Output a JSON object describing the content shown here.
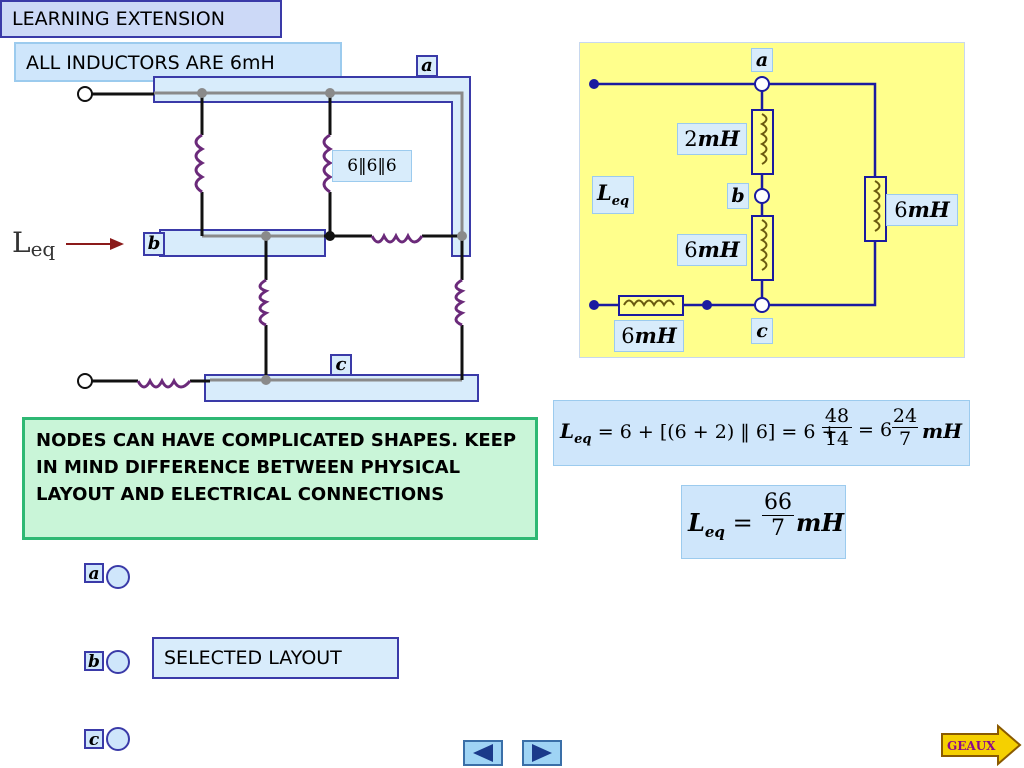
{
  "header": {
    "title": "LEARNING EXTENSION"
  },
  "note": "ALL INDUCTORS ARE 6mH",
  "circuit": {
    "label_a": "a",
    "label_b": "b",
    "label_c": "c",
    "parallel_label": "6‖6‖6",
    "leq_label": "L",
    "leq_sub": "eq"
  },
  "equivalent": {
    "node_a": "a",
    "node_b": "b",
    "node_c": "c",
    "leq": "L",
    "leq_sub": "eq",
    "ind1_num": "2",
    "ind1_unit": "mH",
    "ind2_num": "6",
    "ind2_unit": "mH",
    "ind3_num": "6",
    "ind3_unit": "mH",
    "ind4_num": "6",
    "ind4_unit": "mH"
  },
  "explanation": "NODES CAN HAVE COMPLICATED SHAPES. KEEP IN MIND DIFFERENCE BETWEEN PHYSICAL LAYOUT AND ELECTRICAL CONNECTIONS",
  "formula1": {
    "lhs": "L",
    "lhs_sub": "eq",
    "expr": "= 6 + [(6 + 2) ‖ 6] = 6 +",
    "frac1_num": "48",
    "frac1_den": "14",
    "eq2": "= 6",
    "frac2_num": "24",
    "frac2_den": "7",
    "unit": "mH"
  },
  "formula2": {
    "lhs": "L",
    "lhs_sub": "eq",
    "eq": "=",
    "num": "66",
    "den": "7",
    "unit": "mH"
  },
  "options": [
    {
      "label": "a"
    },
    {
      "label": "b"
    },
    {
      "label": "c"
    }
  ],
  "selected_layout": "SELECTED LAYOUT",
  "geaux": "GEAUX"
}
